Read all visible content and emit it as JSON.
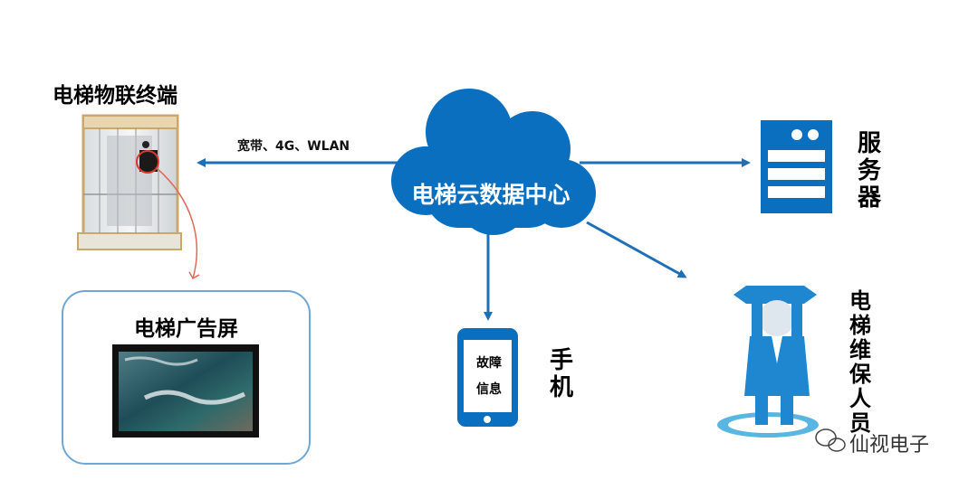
{
  "terminal_title": "电梯物联终端",
  "connection_label": "宽带、4G、WLAN",
  "cloud_label": "电梯云数据中心",
  "server_label": "服务器",
  "phone_screen_text": [
    "故障",
    "信息"
  ],
  "phone_label": "手机",
  "staff_label": "电梯维保人员",
  "ad_screen_title": "电梯广告屏",
  "watermark": "仙视电子",
  "colors": {
    "accent_blue": "#0b6fbf",
    "arrow_blue": "#1f6fb7",
    "red_arrow": "#e06a5a",
    "box_border": "#6fa6d6"
  },
  "icons": [
    "elevator-icon",
    "cloud-icon",
    "server-icon",
    "smartphone-icon",
    "maintenance-worker-icon",
    "wechat-icon"
  ]
}
